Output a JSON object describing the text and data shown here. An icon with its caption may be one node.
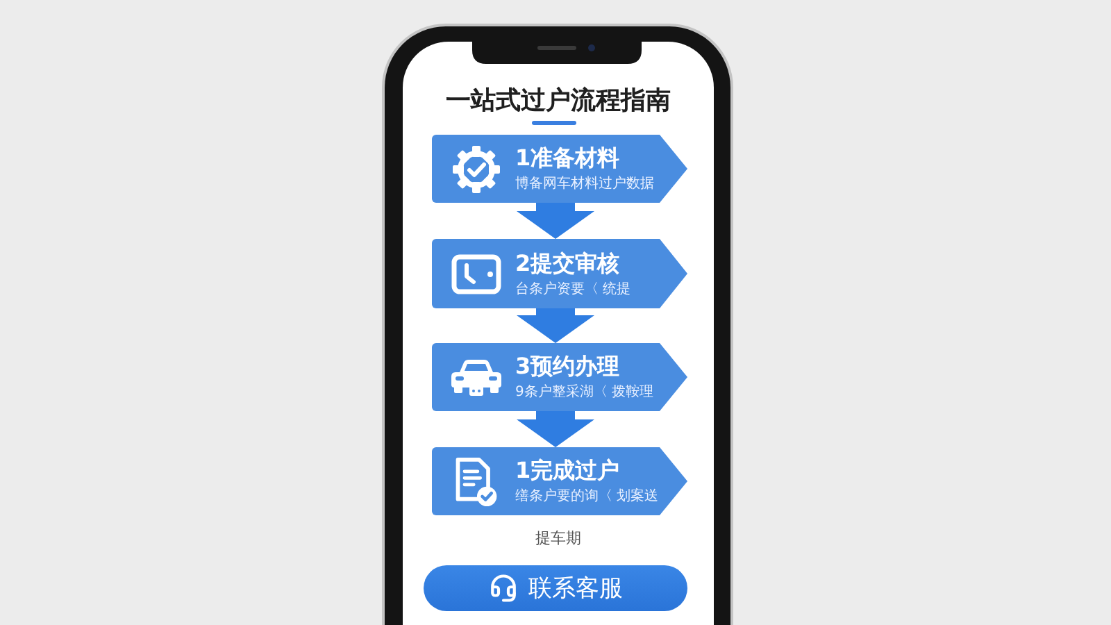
{
  "diagram": {
    "title": "一站式过户流程指南",
    "nodes": [
      {
        "text": [
          "1准备材料",
          "博备网车材料过户数据"
        ]
      },
      {
        "text": [
          "2提交审核",
          "台条户资要〈 统提"
        ]
      },
      {
        "text": [
          "3预约办理",
          "9条户整采湖〈 拨鞍理"
        ]
      },
      {
        "text": [
          "1完成过户",
          "缮条户要的询〈 划案送"
        ]
      },
      {
        "text": [
          "联系客服"
        ]
      }
    ],
    "edges": [
      {
        "from": 0,
        "to": 1,
        "arrow": "to"
      },
      {
        "from": 1,
        "to": 2,
        "arrow": "to"
      },
      {
        "from": 2,
        "to": 3,
        "arrow": "to"
      }
    ],
    "labels": [
      "提车期"
    ]
  }
}
